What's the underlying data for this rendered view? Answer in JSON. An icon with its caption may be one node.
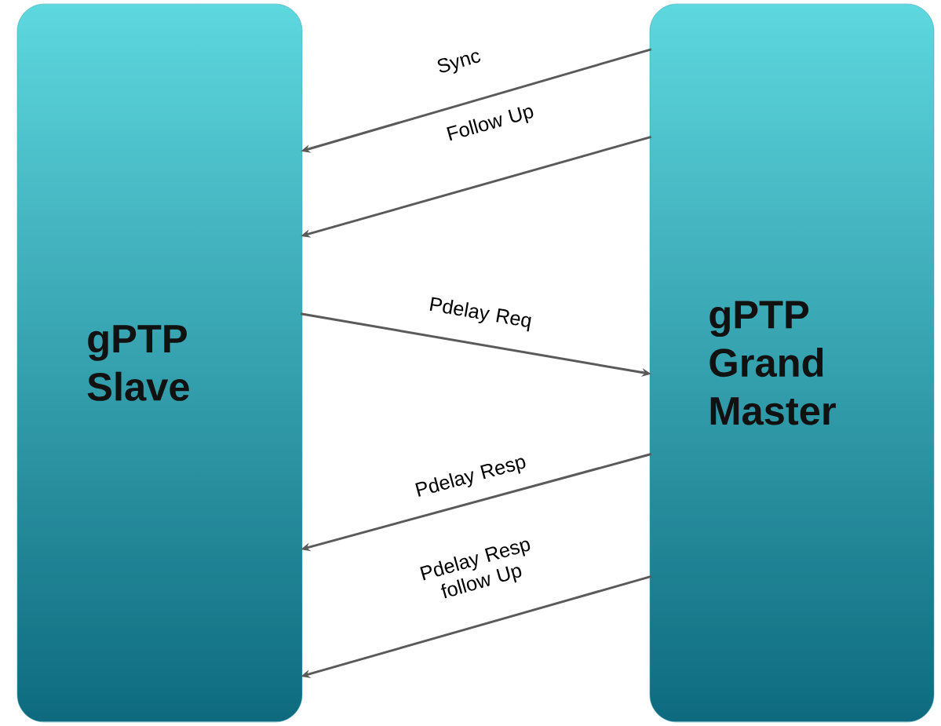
{
  "diagram": {
    "nodes": [
      {
        "text": [
          "gPTP Slave"
        ]
      },
      {
        "text": [
          "gPTP Grand Master"
        ]
      }
    ],
    "edges": [
      {
        "from": 1,
        "to": 0,
        "arrow": "to",
        "label": "Sync"
      },
      {
        "from": 1,
        "to": 0,
        "arrow": "to",
        "label": "Follow Up"
      },
      {
        "from": 0,
        "to": 1,
        "arrow": "to",
        "label": "Pdelay Req"
      },
      {
        "from": 1,
        "to": 0,
        "arrow": "to",
        "label": "Pdelay Resp"
      },
      {
        "from": 1,
        "to": 0,
        "arrow": "to",
        "label": "Pdelay Resp follow Up"
      }
    ]
  }
}
